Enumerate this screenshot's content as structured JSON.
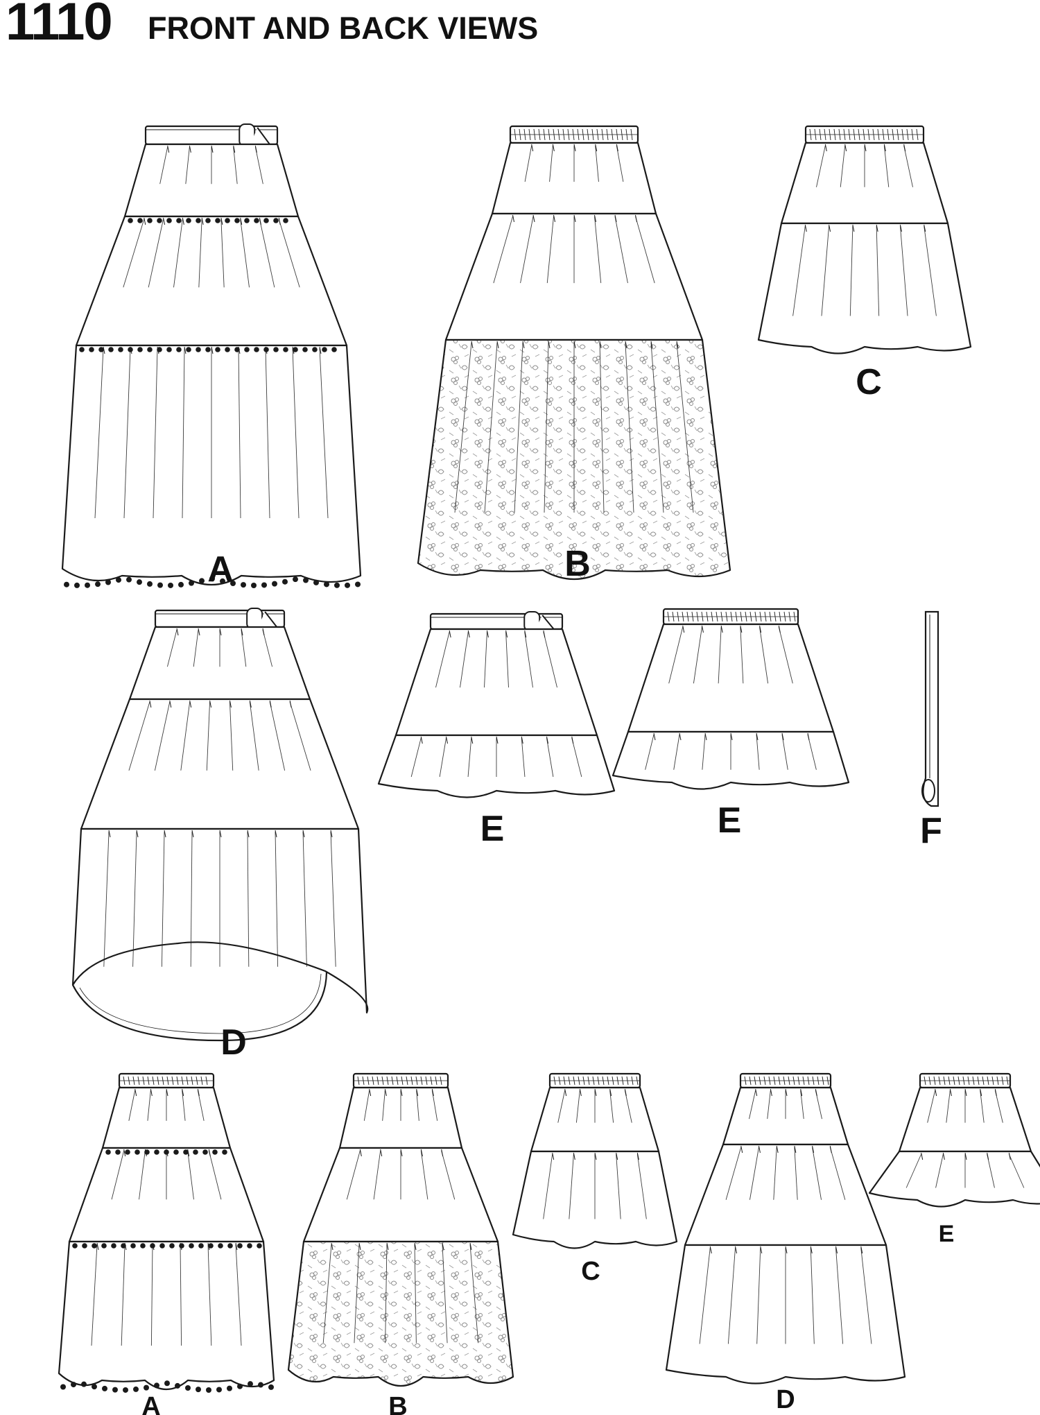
{
  "header": {
    "pattern_number": "1110",
    "title": "FRONT AND BACK VIEWS"
  },
  "views": [
    {
      "id": "front-a",
      "label": "A",
      "tiers": 3,
      "waistband": "belt",
      "hem": "scallop",
      "trim": "pompom",
      "lace_tier": false,
      "hilo": false
    },
    {
      "id": "front-b",
      "label": "B",
      "tiers": 3,
      "waistband": "elastic",
      "hem": "scallop",
      "trim": "none",
      "lace_tier": true,
      "hilo": false
    },
    {
      "id": "front-c",
      "label": "C",
      "tiers": 2,
      "waistband": "elastic",
      "hem": "wavy",
      "trim": "none",
      "lace_tier": false,
      "hilo": false
    },
    {
      "id": "front-d",
      "label": "D",
      "tiers": 3,
      "waistband": "belt",
      "hem": "hilo",
      "trim": "none",
      "lace_tier": false,
      "hilo": true
    },
    {
      "id": "front-e-belt",
      "label": "E",
      "tiers": 2,
      "waistband": "belt",
      "hem": "wavy",
      "trim": "none",
      "lace_tier": false,
      "hilo": false
    },
    {
      "id": "front-e-elastic",
      "label": "E",
      "tiers": 2,
      "waistband": "elastic",
      "hem": "wavy",
      "trim": "none",
      "lace_tier": false,
      "hilo": false
    },
    {
      "id": "belt-f",
      "label": "F",
      "type": "belt"
    },
    {
      "id": "back-a",
      "label": "A",
      "tiers": 3,
      "waistband": "elastic",
      "hem": "scallop",
      "trim": "pompom",
      "lace_tier": false,
      "hilo": false
    },
    {
      "id": "back-b",
      "label": "B",
      "tiers": 3,
      "waistband": "elastic",
      "hem": "scallop",
      "trim": "none",
      "lace_tier": true,
      "hilo": false
    },
    {
      "id": "back-c",
      "label": "C",
      "tiers": 2,
      "waistband": "elastic",
      "hem": "wavy",
      "trim": "none",
      "lace_tier": false,
      "hilo": false
    },
    {
      "id": "back-d",
      "label": "D",
      "tiers": 3,
      "waistband": "elastic",
      "hem": "wavy",
      "trim": "none",
      "lace_tier": false,
      "hilo": false
    },
    {
      "id": "back-e",
      "label": "E",
      "tiers": 2,
      "waistband": "elastic",
      "hem": "wavy",
      "trim": "none",
      "lace_tier": false,
      "hilo": false
    }
  ],
  "colors": {
    "line": "#1a1a1a",
    "fill": "#ffffff",
    "lace": "#8a8a8a"
  }
}
